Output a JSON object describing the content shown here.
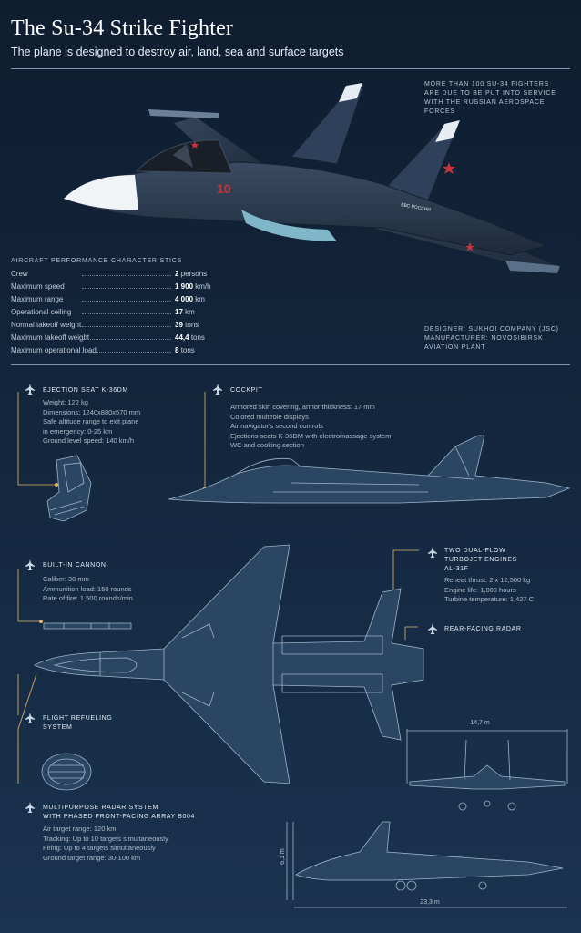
{
  "header": {
    "title": "The Su-34 Strike Fighter",
    "subtitle": "The plane is designed to destroy air, land, sea and surface targets"
  },
  "top_note": {
    "lines": [
      "MORE THAN 100 SU-34 FIGHTERS",
      "ARE DUE TO BE PUT INTO SERVICE",
      "WITH THE RUSSIAN AEROSPACE FORCES"
    ]
  },
  "hero": {
    "tail_number": "10",
    "fuselage_text": "ВВС РОССИИ"
  },
  "performance": {
    "heading": "AIRCRAFT PERFORMANCE CHARACTERISTICS",
    "rows": [
      {
        "label": "Crew",
        "value": "2",
        "unit": "persons"
      },
      {
        "label": "Maximum speed",
        "value": "1 900",
        "unit": "km/h"
      },
      {
        "label": "Maximum range",
        "value": "4 000",
        "unit": "km"
      },
      {
        "label": "Operational ceiling",
        "value": "17",
        "unit": "km"
      },
      {
        "label": "Normal takeoff weight",
        "value": "39",
        "unit": "tons"
      },
      {
        "label": "Maximum takeoff weight",
        "value": "44,4",
        "unit": "tons"
      },
      {
        "label": "Maximum operational load",
        "value": "8",
        "unit": "tons"
      }
    ]
  },
  "designer": {
    "lines": [
      "DESIGNER: SUKHOI COMPANY (JSC)",
      "MANUFACTURER: NOVOSIBIRSK",
      "AVIATION PLANT"
    ]
  },
  "ejection_seat": {
    "heading": "EJECTION SEAT K-36DM",
    "lines": [
      "Weight: 122 kg",
      "Dimensions: 1240x880x570 mm",
      "Safe altitude range to exit plane",
      "in emergency: 0-25 km",
      "Ground level speed: 140 km/h"
    ]
  },
  "cockpit": {
    "heading": "COCKPIT",
    "lines": [
      "Armored skin covering, armor thickness: 17 mm",
      "Colored multirole displays",
      "Air navigator's second controls",
      "Ejections seats K-36DM with electromassage system",
      "WC and cooking section"
    ]
  },
  "cannon": {
    "heading": "BUILT-IN CANNON",
    "lines": [
      "Caliber: 30 mm",
      "Ammunition load: 150 rounds",
      "Rate of fire: 1,500 rounds/min"
    ]
  },
  "engines": {
    "heading_lines": [
      "TWO DUAL-FLOW",
      "TURBOJET ENGINES",
      "AL-31F"
    ],
    "lines": [
      "Reheat thrust: 2 x 12,500 kg",
      "Engine life: 1,000 hours",
      "Turbine temperature: 1,427 C"
    ]
  },
  "rear_radar": {
    "heading": "REAR-FACING RADAR"
  },
  "refueling": {
    "heading_lines": [
      "FLIGHT REFUELING",
      "SYSTEM"
    ]
  },
  "radar": {
    "heading_lines": [
      "MULTIPURPOSE RADAR SYSTEM",
      "WITH PHASED FRONT-FACING ARRAY B004"
    ],
    "lines": [
      "Air target range: 120 km",
      "Tracking: Up to 10 targets simultaneously",
      "Firing: Up to 4 targets simultaneously",
      "Ground target range: 30-100 km"
    ]
  },
  "dimensions": {
    "wingspan": "14,7 m",
    "height": "6,1 m",
    "length": "23,3 m"
  },
  "icons": {
    "jet": "fighter-jet-icon"
  },
  "colors": {
    "background": "#12233a",
    "accent_leader": "#e8b76a",
    "blueprint": "#9fb4c8",
    "aircraft_body": "#2a3a4f",
    "red_star": "#c8323a"
  }
}
